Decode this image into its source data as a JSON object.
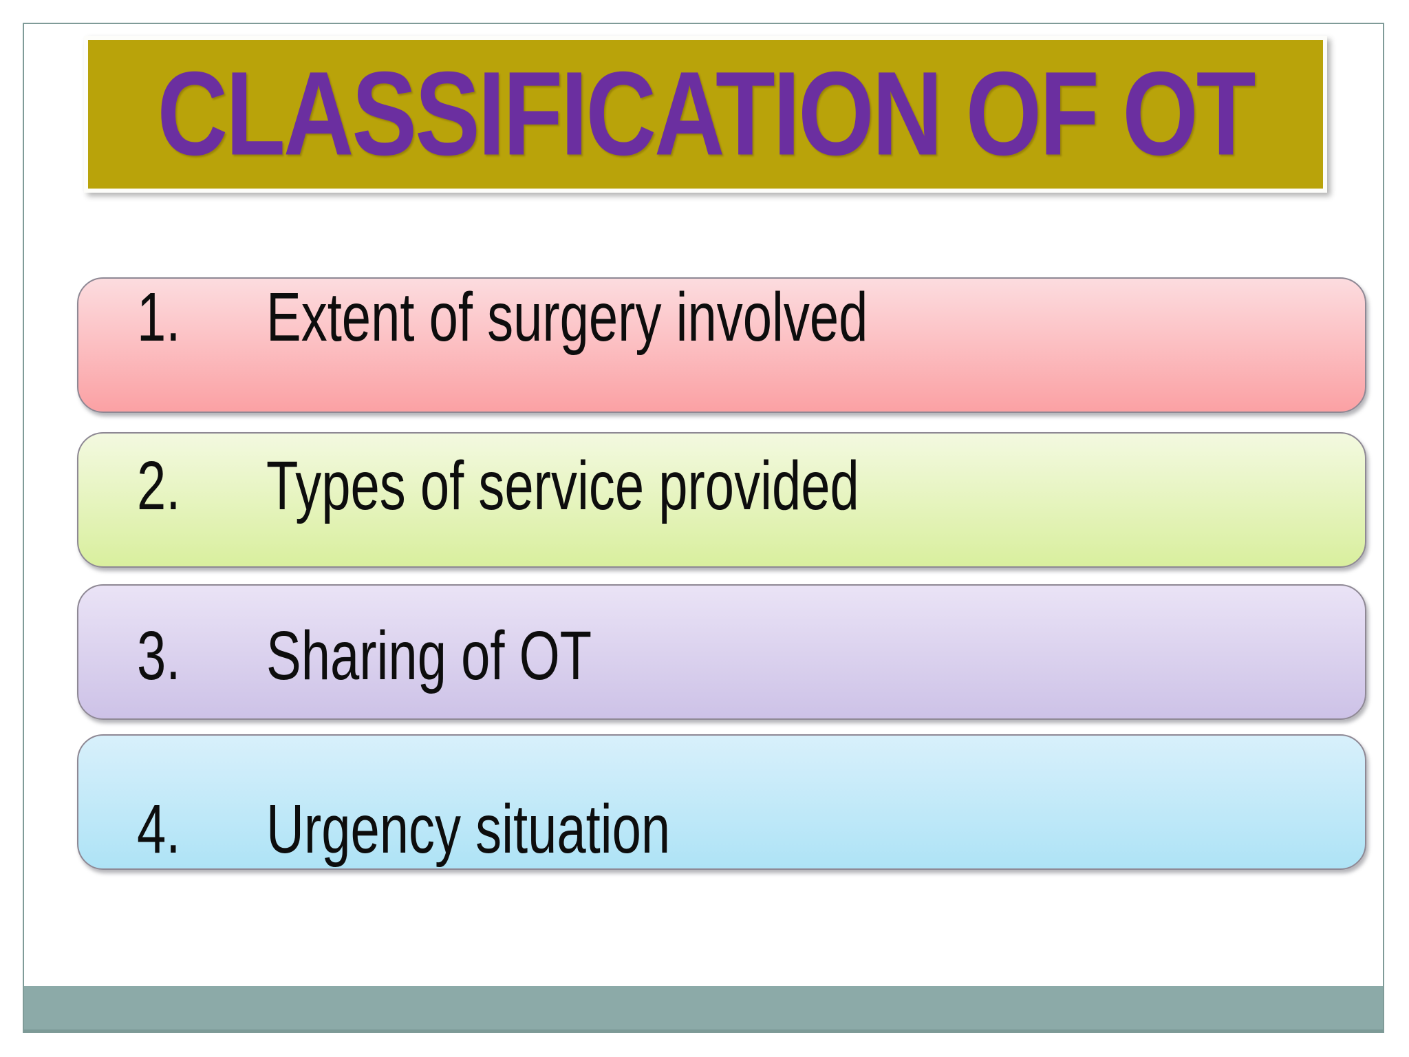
{
  "slide": {
    "title": "CLASSIFICATION OF OT",
    "items": [
      {
        "number": "1.",
        "label": "Extent of surgery involved"
      },
      {
        "number": "2.",
        "label": "Types of service provided"
      },
      {
        "number": "3.",
        "label": "Sharing of OT"
      },
      {
        "number": "4.",
        "label": "Urgency situation"
      }
    ],
    "colors": {
      "frame_border": "#7f9b98",
      "title_bg": "#b9a30a",
      "title_text": "#6b2fa0",
      "item_text": "#0d0d0d",
      "item1_top": "#fcdcdf",
      "item1_bottom": "#fba1a4",
      "item2_top": "#f3f9e0",
      "item2_bottom": "#d9ef9e",
      "item3_top": "#eae3f6",
      "item3_bottom": "#cdc2e7",
      "item4_top": "#d8f0fb",
      "item4_bottom": "#aee3f6",
      "footer_bar": "#8caaa8"
    }
  }
}
